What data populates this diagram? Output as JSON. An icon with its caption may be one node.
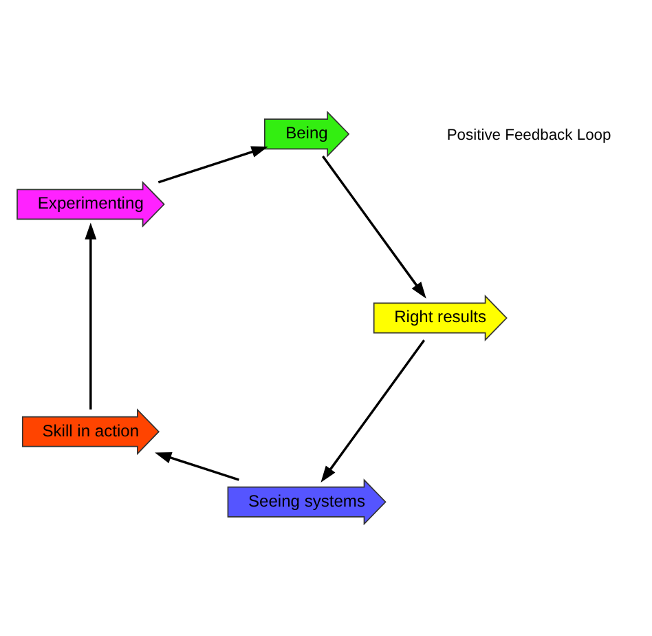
{
  "diagram": {
    "nodes": [
      {
        "text": [
          "Seeing systems"
        ]
      },
      {
        "text": [
          "Skill in action"
        ]
      },
      {
        "text": [
          "Experimenting"
        ]
      },
      {
        "text": [
          "Being"
        ]
      },
      {
        "text": [
          "Right results"
        ]
      }
    ],
    "edges": [
      {
        "from": 0,
        "to": 1,
        "arrow": "to"
      },
      {
        "from": 1,
        "to": 2,
        "arrow": "to"
      },
      {
        "from": 2,
        "to": 3,
        "arrow": "to"
      },
      {
        "from": 3,
        "to": 4,
        "arrow": "to"
      },
      {
        "from": 4,
        "to": 0,
        "arrow": "to"
      }
    ],
    "labels": [
      "Positive Feedback Loop"
    ]
  }
}
